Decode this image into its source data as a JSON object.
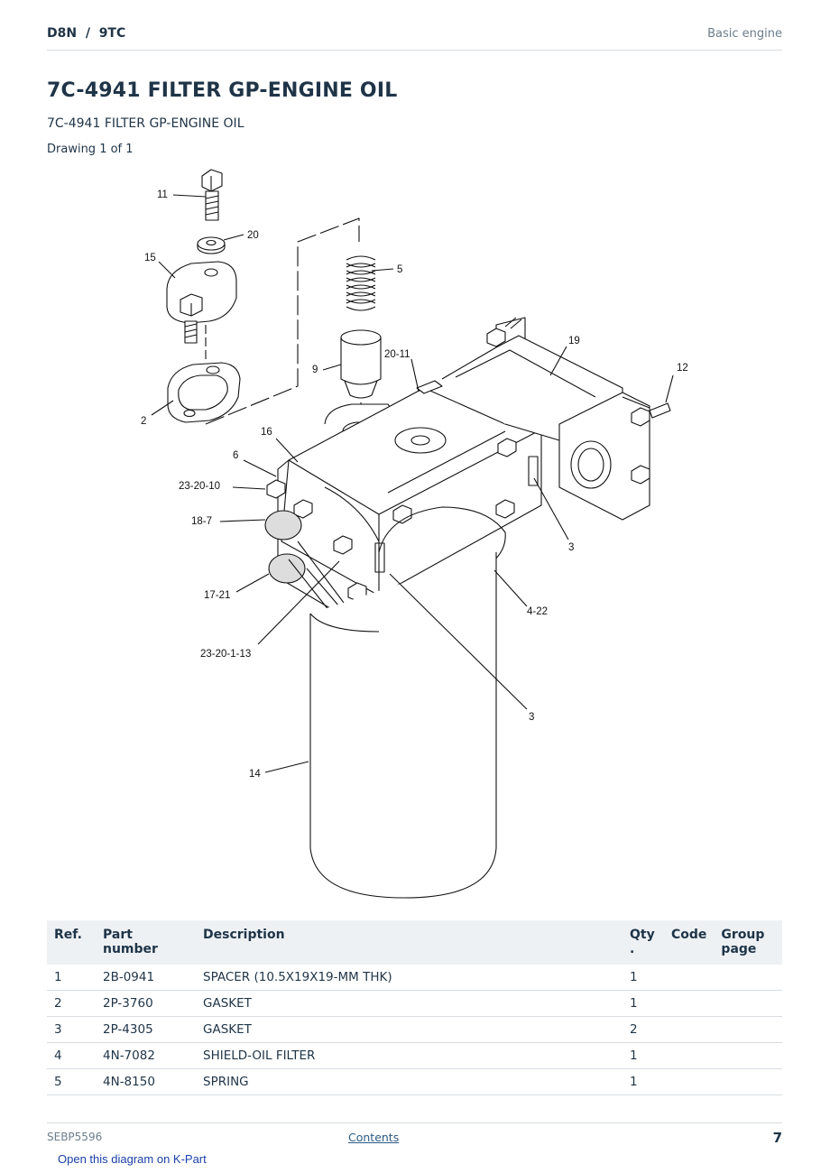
{
  "header": {
    "model": "D8N  /  9TC",
    "section": "Basic engine"
  },
  "title": "7C-4941 FILTER GP-ENGINE OIL",
  "subtitle": "7C-4941 FILTER GP-ENGINE OIL",
  "drawing": {
    "label": "Drawing 1 of 1",
    "callouts": [
      "11",
      "20",
      "15",
      "5",
      "9",
      "20-11",
      "19",
      "12",
      "2",
      "16",
      "6",
      "23-20-10",
      "18-7",
      "3",
      "17-21",
      "4-22",
      "23-20-1-13",
      "3",
      "14"
    ]
  },
  "table": {
    "headers": {
      "ref": "Ref.",
      "part_number": "Part number",
      "description": "Description",
      "qty": "Qty\n.",
      "code": "Code",
      "group_page": "Group page"
    },
    "rows": [
      {
        "ref": "1",
        "part_number": "2B-0941",
        "description": "SPACER (10.5X19X19-MM THK)",
        "qty": "1",
        "code": "",
        "group_page": ""
      },
      {
        "ref": "2",
        "part_number": "2P-3760",
        "description": "GASKET",
        "qty": "1",
        "code": "",
        "group_page": ""
      },
      {
        "ref": "3",
        "part_number": "2P-4305",
        "description": "GASKET",
        "qty": "2",
        "code": "",
        "group_page": ""
      },
      {
        "ref": "4",
        "part_number": "4N-7082",
        "description": "SHIELD-OIL FILTER",
        "qty": "1",
        "code": "",
        "group_page": ""
      },
      {
        "ref": "5",
        "part_number": "4N-8150",
        "description": "SPRING",
        "qty": "1",
        "code": "",
        "group_page": ""
      }
    ]
  },
  "footer": {
    "doc_id": "SEBP5596",
    "contents_link": "Contents",
    "page_number": "7",
    "kpart_link": "Open this diagram on K-Part"
  }
}
